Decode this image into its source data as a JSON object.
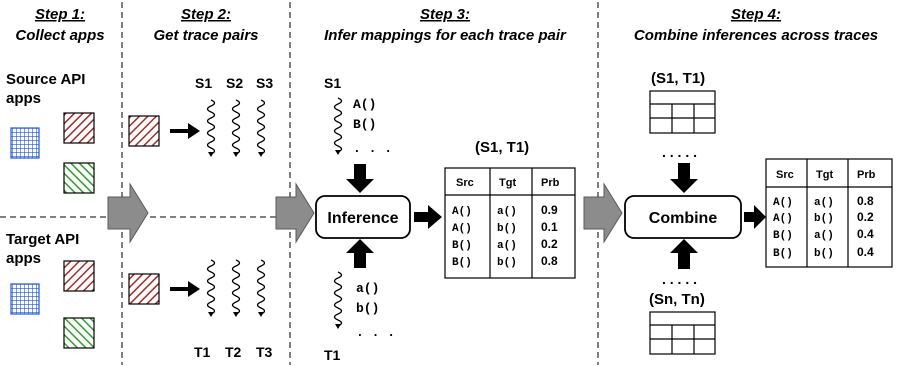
{
  "steps": [
    {
      "title": "Step 1:",
      "subtitle": "Collect apps"
    },
    {
      "title": "Step 2:",
      "subtitle": "Get trace pairs"
    },
    {
      "title": "Step 3:",
      "subtitle": "Infer mappings for each trace pair"
    },
    {
      "title": "Step 4:",
      "subtitle": "Combine inferences across traces"
    }
  ],
  "apps": {
    "source_line1": "Source API",
    "source_line2": "apps",
    "target_line1": "Target API",
    "target_line2": "apps"
  },
  "traces": {
    "source_labels": [
      "S1",
      "S2",
      "S3"
    ],
    "target_labels": [
      "T1",
      "T2",
      "T3"
    ]
  },
  "step3": {
    "s_label": "S1",
    "s_calls": [
      "A()",
      "B()",
      ". . ."
    ],
    "t_label": "T1",
    "t_calls": [
      "a()",
      "b()",
      ". . ."
    ],
    "box_label": "Inference",
    "pair_label": "(S1, T1)",
    "table": {
      "headers": [
        "Src",
        "Tgt",
        "Prb"
      ],
      "rows": [
        [
          "A()",
          "a()",
          "0.9"
        ],
        [
          "A()",
          "b()",
          "0.1"
        ],
        [
          "B()",
          "a()",
          "0.2"
        ],
        [
          "B()",
          "b()",
          "0.8"
        ]
      ]
    }
  },
  "step4": {
    "top_pair": "(S1, T1)",
    "bottom_pair": "(Sn, Tn)",
    "dots": ". . . . .",
    "box_label": "Combine",
    "table": {
      "headers": [
        "Src",
        "Tgt",
        "Prb"
      ],
      "rows": [
        [
          "A()",
          "a()",
          "0.8"
        ],
        [
          "A()",
          "b()",
          "0.2"
        ],
        [
          "B()",
          "a()",
          "0.4"
        ],
        [
          "B()",
          "b()",
          "0.4"
        ]
      ]
    }
  },
  "colors": {
    "red_hatch": "#a52a2a",
    "green_hatch": "#2e9e2e",
    "blue_grid": "#1f56e0",
    "big_arrow": "#8c8c8c"
  }
}
